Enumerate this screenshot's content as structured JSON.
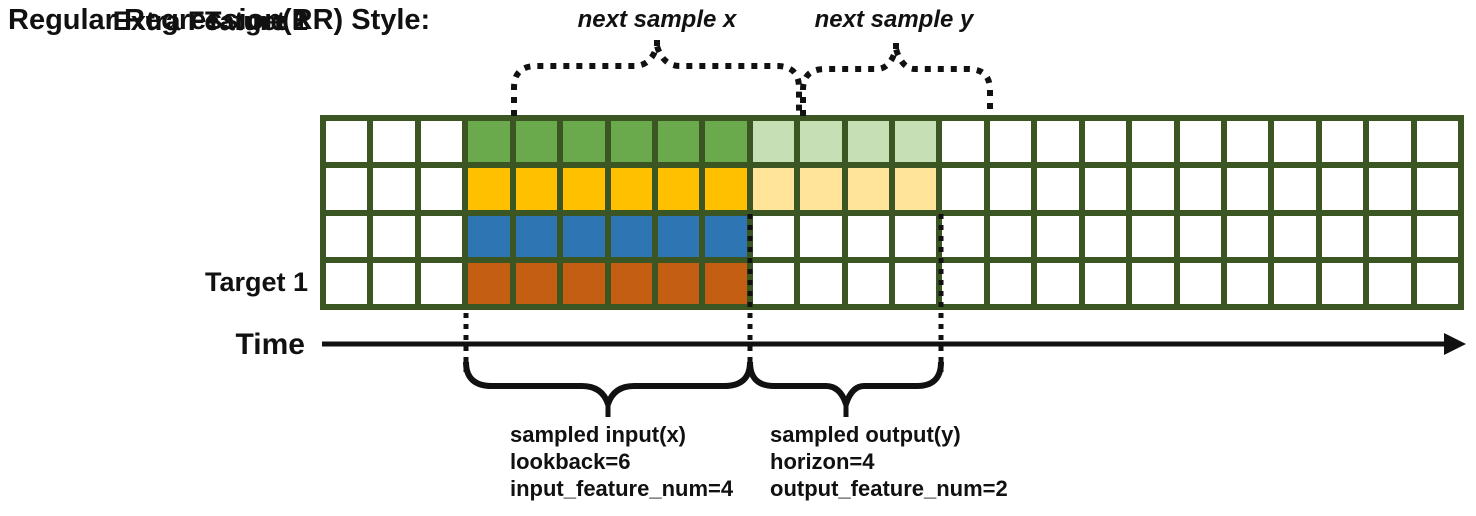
{
  "title": "Regular Regression(RR) Style:",
  "next_sample": {
    "x_label": "next sample x",
    "y_label": "next sample y"
  },
  "grid": {
    "columns": 24,
    "input_range": [
      3,
      8
    ],
    "output_range": [
      9,
      12
    ],
    "border_color": "#3B5623",
    "empty_color": "#ffffff",
    "rows": [
      {
        "label": "Target 1",
        "input_color": "#6BA94D",
        "output_color": "#C6DFB5"
      },
      {
        "label": "Target 2",
        "input_color": "#FFC000",
        "output_color": "#FFE499"
      },
      {
        "label": "Extra Feature 1",
        "input_color": "#2E75B4",
        "output_color": null
      },
      {
        "label": "Extra Feature 2",
        "input_color": "#C45E13",
        "output_color": null
      }
    ]
  },
  "time_axis": {
    "label": "Time"
  },
  "input_annotation": {
    "line1": "sampled input(x)",
    "line2": "lookback=6",
    "line3": "input_feature_num=4"
  },
  "output_annotation": {
    "line1": "sampled output(y)",
    "line2": "horizon=4",
    "line3": "output_feature_num=2"
  }
}
